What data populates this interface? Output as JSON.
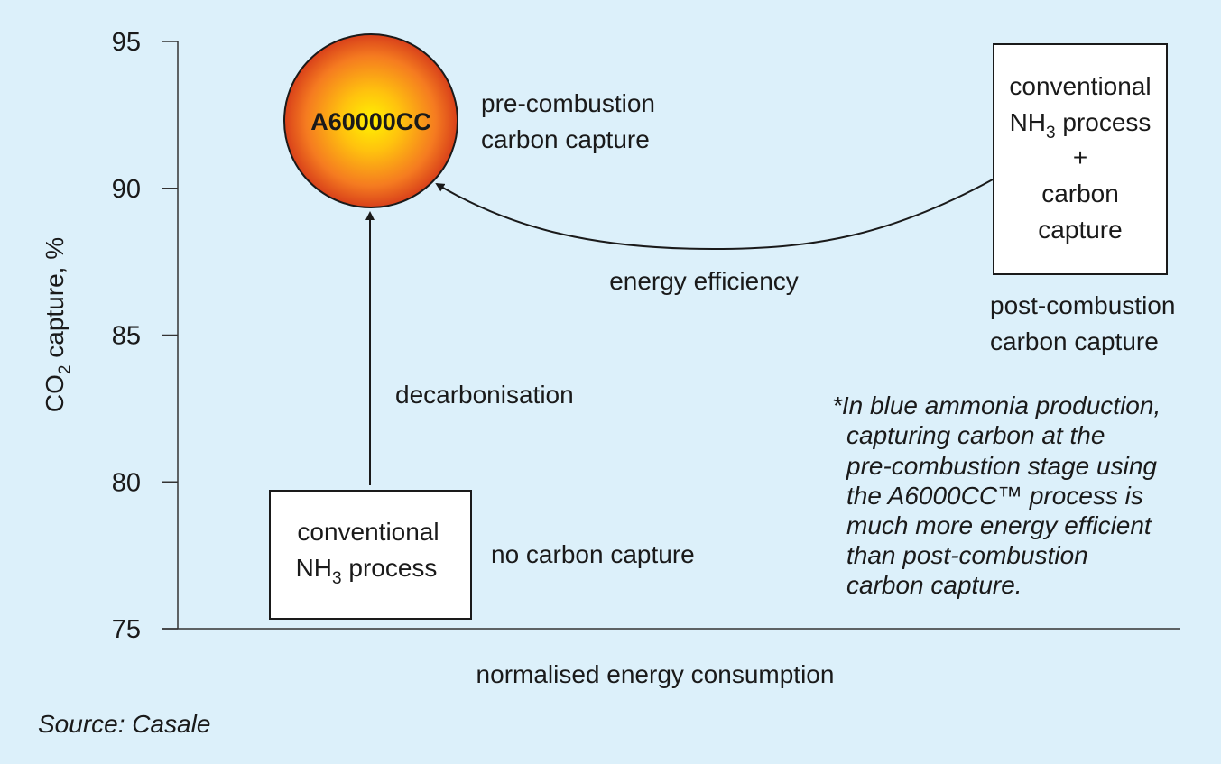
{
  "chart_data": {
    "type": "scatter",
    "ylabel_parts": {
      "main": "CO",
      "sub": "2",
      "rest": " capture, %"
    },
    "xlabel": "normalised energy consumption",
    "yticks": [
      "95",
      "90",
      "85",
      "80",
      "75"
    ],
    "ylim": [
      75,
      95
    ],
    "points": [
      {
        "key": "conventional",
        "y": 77.5,
        "lines": [
          [
            "conventional",
            ""
          ],
          [
            "NH",
            "3",
            " process"
          ]
        ],
        "note": "no carbon capture"
      },
      {
        "key": "a6000cc",
        "y": 92.3,
        "name": "A60000CC",
        "note_lines": [
          "pre-combustion",
          "carbon capture"
        ]
      },
      {
        "key": "post",
        "y": 91.0,
        "lines": [
          [
            "conventional",
            ""
          ],
          [
            "NH",
            "3",
            " process"
          ],
          [
            "+",
            ""
          ],
          [
            "carbon",
            ""
          ],
          [
            "capture",
            ""
          ]
        ],
        "note_lines": [
          "post-combustion",
          "carbon capture"
        ]
      }
    ],
    "arrows": [
      {
        "from": "conventional",
        "to": "a6000cc",
        "label": "decarbonisation"
      },
      {
        "from": "post",
        "to": "a6000cc",
        "label": "energy efficiency"
      }
    ]
  },
  "footnote_lines": [
    "*In blue ammonia production,",
    "capturing carbon at the",
    "pre-combustion stage using",
    "the A6000CC™ process is",
    "much more energy efficient",
    "than post-combustion",
    "carbon capture."
  ],
  "source": "Source: Casale",
  "colors": {
    "background": "#dcf0fa",
    "bubble_center": "#fff200",
    "bubble_edge": "#d8401a",
    "ink": "#1a1a1a"
  }
}
